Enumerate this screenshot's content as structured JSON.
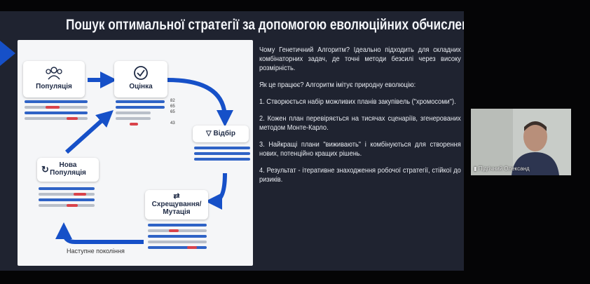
{
  "slide": {
    "title": "Пошук оптимальної стратегії за допомогою еволюційних обчислень",
    "paragraphs": [
      "Чому Генетичний Алгоритм? Ідеально підходить для складних комбінаторних задач, де точні методи безсилі через високу розмірність.",
      "Як це працює? Алгоритм імітує природну еволюцію:",
      "1. Створюється набір можливих планів закупівель (\"хромосоми\").",
      "2. Кожен план перевіряється на тисячах сценаріїв, згенерованих методом Монте-Карло.",
      "3. Найкращі плани \"виживають\" і комбінуються для створення нових, потенційно кращих рішень.",
      "4. Результат - ітеративне знаходження робочої стратегії, стійкої до ризиків."
    ],
    "diagram": {
      "nodes": {
        "population": "Популяція",
        "evaluation": "Оцінка",
        "selection": "Відбір",
        "crossover_line1": "Схрещування/",
        "crossover_line2": "Мутація",
        "new_pop_line1": "Нова",
        "new_pop_line2": "Популяція"
      },
      "scores": [
        "82",
        "65",
        "65",
        "43"
      ],
      "next_generation": "Наступне покоління"
    },
    "colors": {
      "accent": "#1650c8",
      "bar_blue": "#2f63c6",
      "bar_red": "#d9434b",
      "bar_grey": "#b9bfc9"
    }
  },
  "webcam": {
    "name": "Підгічний Олександ"
  }
}
